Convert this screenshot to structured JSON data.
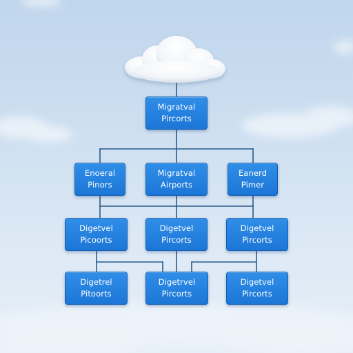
{
  "diagram": {
    "colors": {
      "node_fill": "#1f7ad9",
      "node_text": "#ffffff",
      "connector": "#2a5a8c"
    },
    "icons": {
      "top": "cloud-icon"
    },
    "nodes": {
      "root": {
        "line1": "Migratval",
        "line2": "Pircorts"
      },
      "l2a": {
        "line1": "Enoeral",
        "line2": "Pinors"
      },
      "l2b": {
        "line1": "Migratval",
        "line2": "Airports"
      },
      "l2c": {
        "line1": "Eanerd",
        "line2": "Pimer"
      },
      "l3a": {
        "line1": "Digetvel",
        "line2": "Picoorts"
      },
      "l3b": {
        "line1": "Digetvel",
        "line2": "Pircorts"
      },
      "l3c": {
        "line1": "Digetvel",
        "line2": "Pircorts"
      },
      "l4a": {
        "line1": "Digetrel",
        "line2": "Pitoorts"
      },
      "l4b": {
        "line1": "Digetrvel",
        "line2": "Pircorts"
      },
      "l4c": {
        "line1": "Digetvel",
        "line2": "Pircorts"
      }
    }
  }
}
